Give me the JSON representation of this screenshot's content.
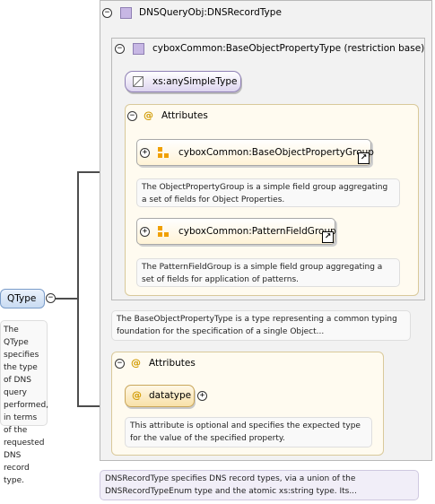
{
  "root": {
    "name": "QType",
    "doc": "The QType specifies the type of DNS query performed, in terms of the requested DNS record type."
  },
  "complex_type": {
    "name": "DNSQueryObj:DNSRecordType",
    "doc": "DNSRecordType specifies DNS record types, via a union of the DNSRecordTypeEnum type and the atomic xs:string type. Its..."
  },
  "base_type": {
    "name": "cyboxCommon:BaseObjectPropertyType (restriction base)",
    "simple_type": "xs:anySimpleType",
    "doc": "The BaseObjectPropertyType is a type representing a common typing foundation for the specification of a single Object..."
  },
  "base_attributes": {
    "label": "Attributes",
    "groups": [
      {
        "name": "cyboxCommon:BaseObjectPropertyGroup",
        "doc": "The ObjectPropertyGroup is a simple field group aggregating a set of fields for Object Properties."
      },
      {
        "name": "cyboxCommon:PatternFieldGroup",
        "doc": "The PatternFieldGroup is a simple field group aggregating a set of fields for application of patterns."
      }
    ]
  },
  "own_attributes": {
    "label": "Attributes",
    "attribute": {
      "name": "datatype",
      "doc": "This attribute is optional and specifies the expected type for the value of the specified property."
    }
  },
  "colors": {
    "connector": "#4d4d4d",
    "type_icon": "#c7b7e4",
    "attribute_icon": "#d19a00",
    "group_icon": "#f0a000",
    "root_node": "#cfe0f5"
  },
  "icons": {
    "toggle_expanded": "minus-toggle",
    "toggle_collapsed": "plus-toggle",
    "type": "complex-type-icon",
    "simple_type": "simple-type-icon",
    "attribute": "at-sign-icon",
    "group": "attribute-group-icon",
    "link": "shortcut-arrow-icon"
  },
  "toggles": {
    "minus": "−",
    "plus": "+",
    "at": "@",
    "link": "↗"
  }
}
